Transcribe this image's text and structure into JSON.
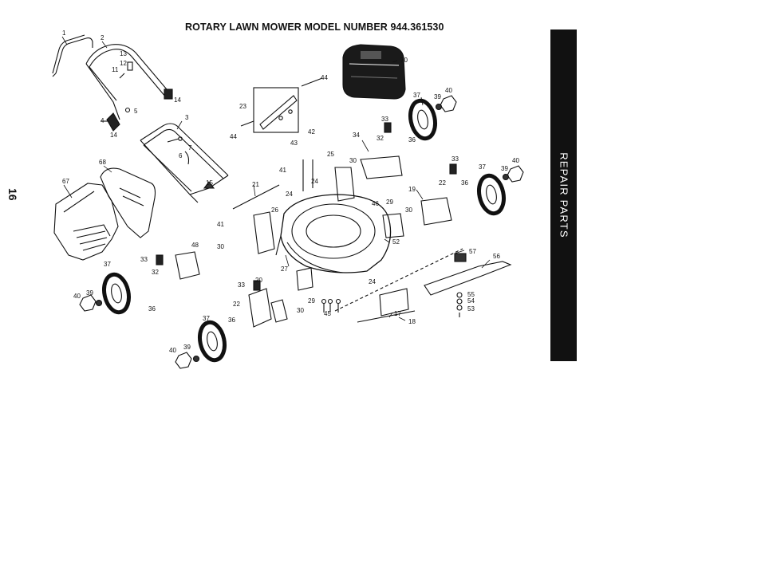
{
  "title": "ROTARY LAWN MOWER MODEL NUMBER 944.361530",
  "page_number": "16",
  "side_label": "REPAIR PARTS",
  "callouts": [
    {
      "id": "c1",
      "text": "1"
    },
    {
      "id": "c2",
      "text": "2"
    },
    {
      "id": "c3",
      "text": "3"
    },
    {
      "id": "c4",
      "text": "4"
    },
    {
      "id": "c5",
      "text": "5"
    },
    {
      "id": "c6",
      "text": "6"
    },
    {
      "id": "c7",
      "text": "7"
    },
    {
      "id": "c11",
      "text": "11"
    },
    {
      "id": "c12",
      "text": "12"
    },
    {
      "id": "c13",
      "text": "13"
    },
    {
      "id": "c14a",
      "text": "14"
    },
    {
      "id": "c14b",
      "text": "14"
    },
    {
      "id": "c15",
      "text": "15"
    },
    {
      "id": "c17",
      "text": "17"
    },
    {
      "id": "c18",
      "text": "18"
    },
    {
      "id": "c19",
      "text": "19"
    },
    {
      "id": "c20",
      "text": "20"
    },
    {
      "id": "c21",
      "text": "21"
    },
    {
      "id": "c22a",
      "text": "22"
    },
    {
      "id": "c22b",
      "text": "22"
    },
    {
      "id": "c23",
      "text": "23"
    },
    {
      "id": "c24a",
      "text": "24"
    },
    {
      "id": "c24b",
      "text": "24"
    },
    {
      "id": "c24c",
      "text": "24"
    },
    {
      "id": "c25",
      "text": "25"
    },
    {
      "id": "c26",
      "text": "26"
    },
    {
      "id": "c27",
      "text": "27"
    },
    {
      "id": "c29a",
      "text": "29"
    },
    {
      "id": "c29b",
      "text": "29"
    },
    {
      "id": "c30a",
      "text": "30"
    },
    {
      "id": "c30b",
      "text": "30"
    },
    {
      "id": "c30c",
      "text": "30"
    },
    {
      "id": "c30d",
      "text": "30"
    },
    {
      "id": "c32a",
      "text": "32"
    },
    {
      "id": "c32b",
      "text": "32"
    },
    {
      "id": "c33a",
      "text": "33"
    },
    {
      "id": "c33b",
      "text": "33"
    },
    {
      "id": "c33c",
      "text": "33"
    },
    {
      "id": "c33d",
      "text": "33"
    },
    {
      "id": "c34",
      "text": "34"
    },
    {
      "id": "c36a",
      "text": "36"
    },
    {
      "id": "c36b",
      "text": "36"
    },
    {
      "id": "c36c",
      "text": "36"
    },
    {
      "id": "c36d",
      "text": "36"
    },
    {
      "id": "c37a",
      "text": "37"
    },
    {
      "id": "c37b",
      "text": "37"
    },
    {
      "id": "c37c",
      "text": "37"
    },
    {
      "id": "c37d",
      "text": "37"
    },
    {
      "id": "c39a",
      "text": "39"
    },
    {
      "id": "c39b",
      "text": "39"
    },
    {
      "id": "c39c",
      "text": "39"
    },
    {
      "id": "c39d",
      "text": "39"
    },
    {
      "id": "c40a",
      "text": "40"
    },
    {
      "id": "c40b",
      "text": "40"
    },
    {
      "id": "c40c",
      "text": "40"
    },
    {
      "id": "c40d",
      "text": "40"
    },
    {
      "id": "c41a",
      "text": "41"
    },
    {
      "id": "c41b",
      "text": "41"
    },
    {
      "id": "c42",
      "text": "42"
    },
    {
      "id": "c43",
      "text": "43"
    },
    {
      "id": "c44a",
      "text": "44"
    },
    {
      "id": "c44b",
      "text": "44"
    },
    {
      "id": "c45",
      "text": "45"
    },
    {
      "id": "c46",
      "text": "46"
    },
    {
      "id": "c48",
      "text": "48"
    },
    {
      "id": "c52",
      "text": "52"
    },
    {
      "id": "c53",
      "text": "53"
    },
    {
      "id": "c54",
      "text": "54"
    },
    {
      "id": "c55",
      "text": "55"
    },
    {
      "id": "c56",
      "text": "56"
    },
    {
      "id": "c57",
      "text": "57"
    },
    {
      "id": "c67",
      "text": "67"
    },
    {
      "id": "c68",
      "text": "68"
    },
    {
      "id": "c70",
      "text": "70"
    }
  ]
}
